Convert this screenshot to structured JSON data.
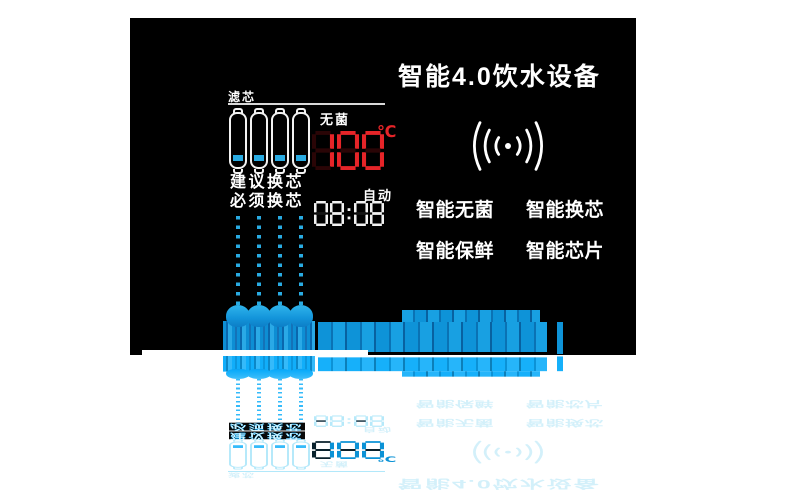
{
  "panel": {
    "title": "智能4.0饮水设备",
    "filter": {
      "label": "滤芯",
      "advice1": "建议换芯",
      "advice2": "必须换芯",
      "cartridge_count": 4
    },
    "temperature": {
      "label": "无菌",
      "value": "100",
      "unit": "℃"
    },
    "clock": {
      "label": "自动",
      "value": "08:08"
    },
    "features": [
      "智能无菌",
      "智能换芯",
      "智能保鲜",
      "智能芯片"
    ],
    "icons": {
      "wireless": "signal-waves-icon"
    },
    "colors": {
      "panel_bg": "#000000",
      "text_white": "#ffffff",
      "accent_cyan": "#29abe2",
      "accent_blue": "#0e93d8",
      "digit_red": "#e62428"
    }
  }
}
